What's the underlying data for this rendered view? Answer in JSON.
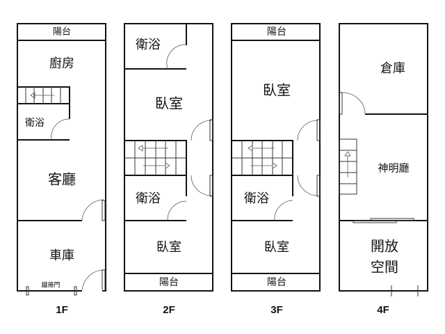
{
  "floors": [
    {
      "label": "1F",
      "rooms": {
        "balcony": "陽台",
        "kitchen": "廚房",
        "bathroom": "衛浴",
        "living_room": "客廳",
        "garage": "車庫",
        "rolling_door": "鐵捲門"
      }
    },
    {
      "label": "2F",
      "rooms": {
        "bathroom_top": "衛浴",
        "bedroom_top": "臥室",
        "bathroom_mid": "衛浴",
        "bedroom_bottom": "臥室",
        "balcony": "陽台"
      }
    },
    {
      "label": "3F",
      "rooms": {
        "balcony_top": "陽台",
        "bedroom_top": "臥室",
        "bathroom": "衛浴",
        "bedroom_bottom": "臥室",
        "balcony_bottom": "陽台"
      }
    },
    {
      "label": "4F",
      "rooms": {
        "storage": "倉庫",
        "shrine_hall": "神明廳",
        "open_space_1": "開放",
        "open_space_2": "空間"
      }
    }
  ]
}
